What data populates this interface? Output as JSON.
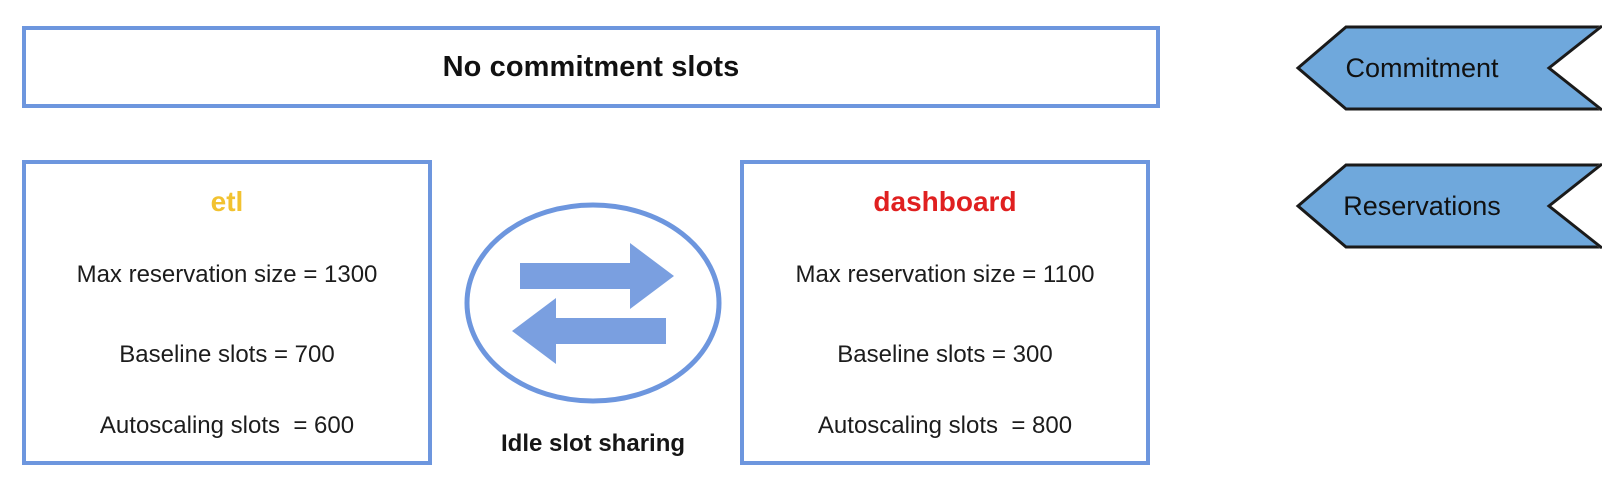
{
  "commitment_tier": {
    "box_label": "No commitment slots"
  },
  "reservations": [
    {
      "id": "etl",
      "title": "etl",
      "title_color": "#f2c230",
      "lines": [
        "Max reservation size = 1300",
        "Baseline slots = 700",
        "Autoscaling slots  = 600"
      ],
      "max_reservation_size": 1300,
      "baseline_slots": 700,
      "autoscaling_slots": 600
    },
    {
      "id": "dashboard",
      "title": "dashboard",
      "title_color": "#e02020",
      "lines": [
        "Max reservation size = 1100",
        "Baseline slots = 300",
        "Autoscaling slots  = 800"
      ],
      "max_reservation_size": 1100,
      "baseline_slots": 300,
      "autoscaling_slots": 800
    }
  ],
  "sharing": {
    "caption": "Idle slot sharing",
    "icon": "two-way-exchange-arrows-icon"
  },
  "legend": [
    {
      "id": "commitment",
      "label": "Commitment"
    },
    {
      "id": "reservations",
      "label": "Reservations"
    }
  ],
  "colors": {
    "box_border_blue": "#6d96de",
    "chevron_fill": "#6fa8dc",
    "chevron_stroke": "#1a1a1a",
    "arrow_blue": "#7a9fe0",
    "etl_yellow": "#f2c230",
    "dashboard_red": "#e02020",
    "background": "#ffffff"
  }
}
